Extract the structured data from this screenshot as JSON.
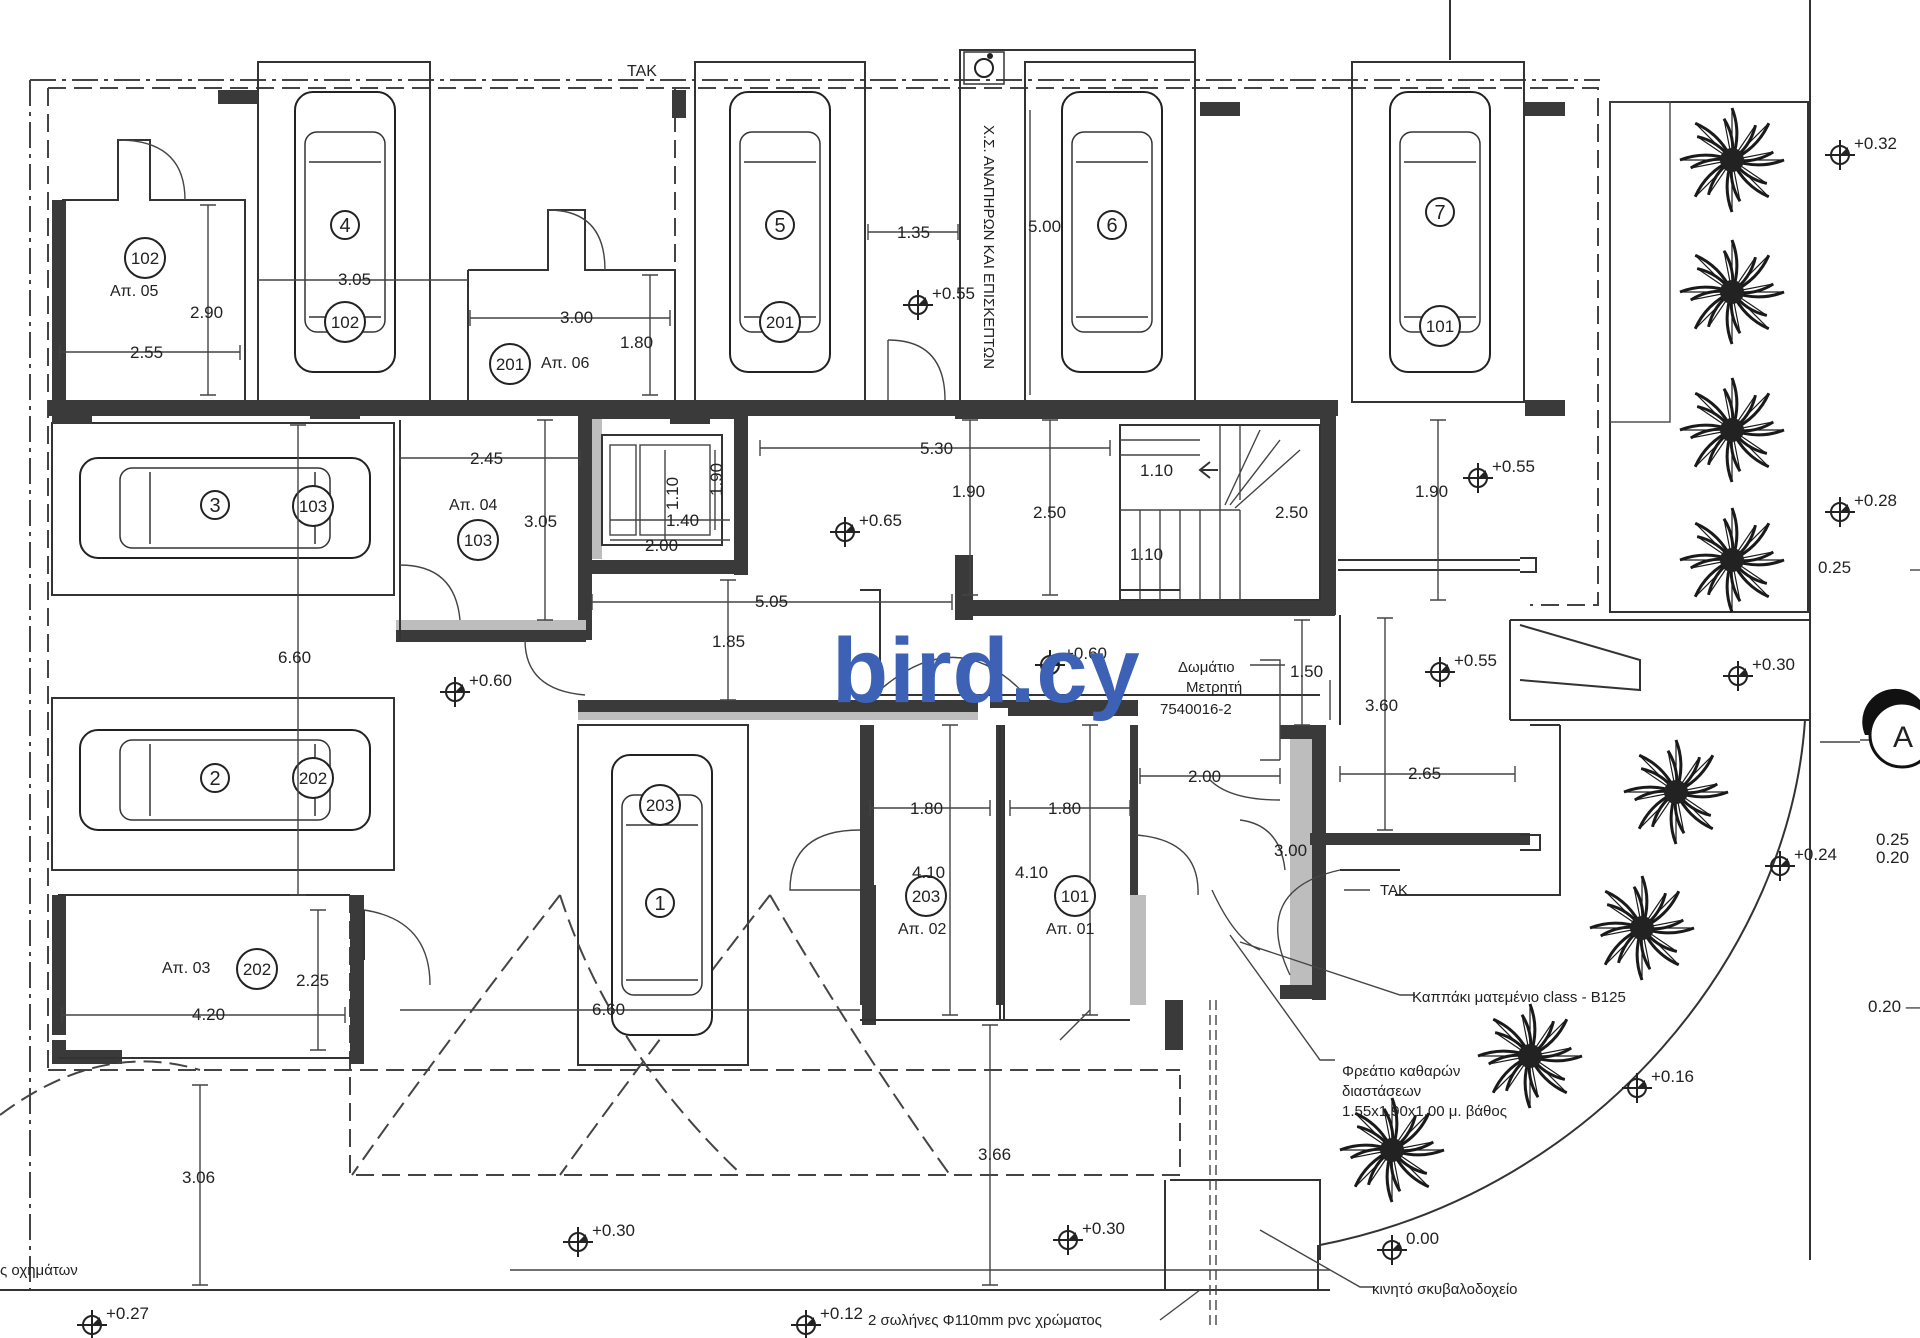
{
  "watermark": "bird.cy",
  "top_label_tak": "TAK",
  "vertical_note": "Χ.Σ. ΑΝΑΠΗΡΩΝ ΚΑΙ ΕΠΙΣΚΕΠΤΩΝ",
  "parking": [
    {
      "number": "4",
      "unit": "102"
    },
    {
      "number": "5",
      "unit": "201"
    },
    {
      "number": "6",
      "unit": ""
    },
    {
      "number": "7",
      "unit": "101"
    },
    {
      "number": "3",
      "unit": "103"
    },
    {
      "number": "2",
      "unit": "202"
    },
    {
      "number": "1",
      "unit": "203"
    }
  ],
  "storages": [
    {
      "unit": "102",
      "label": "Απ. 05"
    },
    {
      "unit": "201",
      "label": "Απ. 06"
    },
    {
      "unit": "103",
      "label": "Απ. 04"
    },
    {
      "unit": "202",
      "label": "Απ. 03"
    },
    {
      "unit": "203",
      "label": "Απ. 02"
    },
    {
      "unit": "101",
      "label": "Απ. 01"
    }
  ],
  "dimensions": {
    "d_255": "2.55",
    "d_290": "2.90",
    "d_305a": "3.05",
    "d_300": "3.00",
    "d_180a": "1.80",
    "d_135": "1.35",
    "d_500": "5.00",
    "d_245": "2.45",
    "d_305b": "3.05",
    "d_110a": "1.10",
    "d_190a": "1.90",
    "d_140": "1.40",
    "d_200a": "2.00",
    "d_530": "5.30",
    "d_190b": "1.90",
    "d_250a": "2.50",
    "d_110b": "1.10",
    "d_250b": "2.50",
    "d_110c": "1.10",
    "d_190c": "1.90",
    "d_505": "5.05",
    "d_185": "1.85",
    "d_660a": "6.60",
    "d_150": "1.50",
    "d_360": "3.60",
    "d_200b": "2.00",
    "d_265": "2.65",
    "d_180b": "1.80",
    "d_180c": "1.80",
    "d_410a": "4.10",
    "d_410b": "4.10",
    "d_300b": "3.00",
    "d_225": "2.25",
    "d_420": "4.20",
    "d_660b": "6.60",
    "d_306": "3.06",
    "d_366": "3.66",
    "d_025a": "0.25",
    "d_025b": "0.25",
    "d_020a": "0.20",
    "d_020b": "0.20 —"
  },
  "levels": {
    "l032": "+0.32",
    "l028": "+0.28",
    "l055a": "+0.55",
    "l065": "+0.65",
    "l055b": "+0.55",
    "l060a": "+0.60",
    "l060b": "+0.60",
    "l055c": "+0.55",
    "l030a": "+0.30",
    "l024": "+0.24",
    "l016": "+0.16",
    "l000": "0.00",
    "l030b": "+0.30",
    "l030c": "+0.30",
    "l027": "+0.27",
    "l012": "+0.12"
  },
  "annotations": {
    "meter_room": "Δωμάτιο",
    "meter_room2": "Μετρητή",
    "meter_code": "7540016-2",
    "tak2": "TAK",
    "cover": "Καππάκι ματεμένιο class - B125",
    "pit1": "Φρεάτιο καθαρών",
    "pit2": "διαστάσεων",
    "pit3": "1.55x1.90x1.00 μ. βάθος",
    "bin": "κινητό σκυβαλοδοχείο",
    "pipes": "2 σωλήνες Φ110mm pvc χρώματος",
    "vehicles": "ς οχημάτων",
    "section": "A"
  },
  "colors": {
    "watermark": "#3d62b5",
    "wall": "#3a3a3a",
    "line": "#333333"
  }
}
